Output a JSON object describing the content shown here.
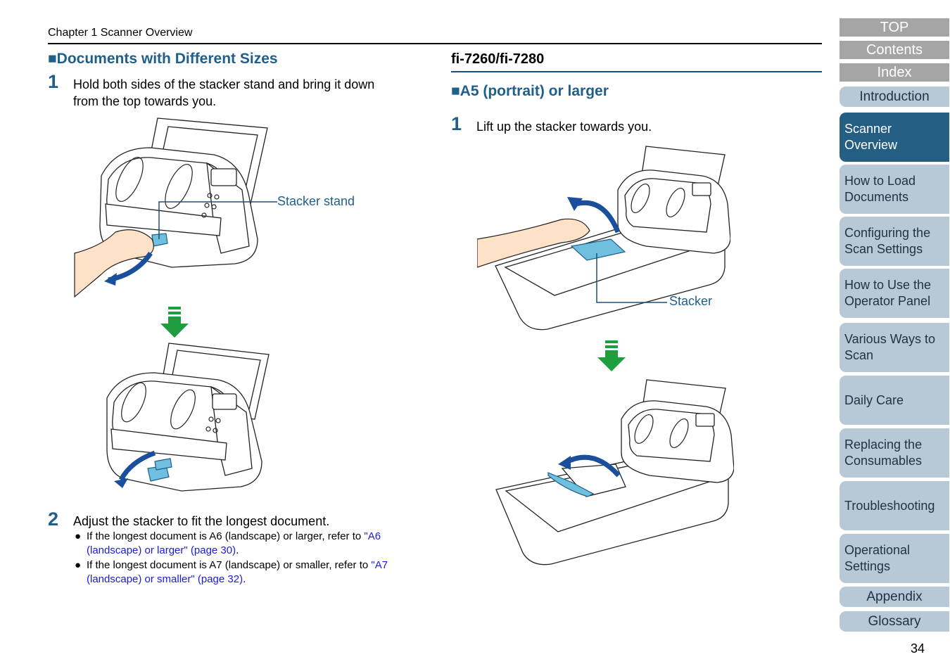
{
  "header": {
    "chapter": "Chapter 1 Scanner Overview"
  },
  "left": {
    "section_title": "■Documents with Different Sizes",
    "step1": {
      "num": "1",
      "text_line1": "Hold both sides of the stacker stand and bring it down",
      "text_line2": "from the top towards you."
    },
    "callout_stacker_stand": "Stacker stand",
    "step2": {
      "num": "2",
      "text": "Adjust the stacker to fit the longest document.",
      "bullet1": {
        "prefix": "If the longest document is A6 (landscape) or larger, refer to ",
        "link_line1": "\"A6",
        "link_line2": "(landscape) or larger\" (page 30)",
        "suffix": "."
      },
      "bullet2": {
        "prefix": "If the longest document is A7 (landscape) or smaller, refer to ",
        "link_line1": "\"A7",
        "link_line2": "(landscape) or smaller\" (page 32)",
        "suffix": "."
      }
    }
  },
  "right": {
    "model_title": "fi-7260/fi-7280",
    "section_title": "■A5 (portrait) or larger",
    "step1": {
      "num": "1",
      "text": "Lift up the stacker towards you."
    },
    "callout_stacker": "Stacker"
  },
  "nav": {
    "top": "TOP",
    "contents": "Contents",
    "index": "Index",
    "introduction": "Introduction",
    "scanner_overview_1": "Scanner",
    "scanner_overview_2": "Overview",
    "load_1": "How to Load",
    "load_2": "Documents",
    "config_1": "Configuring the",
    "config_2": "Scan Settings",
    "operator_1": "How to Use the",
    "operator_2": "Operator Panel",
    "ways_1": "Various Ways to",
    "ways_2": "Scan",
    "daily": "Daily Care",
    "replacing_1": "Replacing the",
    "replacing_2": "Consumables",
    "troubleshooting": "Troubleshooting",
    "operational_1": "Operational",
    "operational_2": "Settings",
    "appendix": "Appendix",
    "glossary": "Glossary"
  },
  "page_number": "34",
  "colors": {
    "heading_blue": "#1f5f8b",
    "link_blue": "#1a1adc",
    "stacker_blue": "#6fc0de",
    "arrow_blue": "#1a4f9c",
    "arrow_green": "#1e9e3e",
    "nav_grey": "#a5a5a5",
    "nav_light": "#b7c8d6",
    "nav_active": "#245e82"
  }
}
